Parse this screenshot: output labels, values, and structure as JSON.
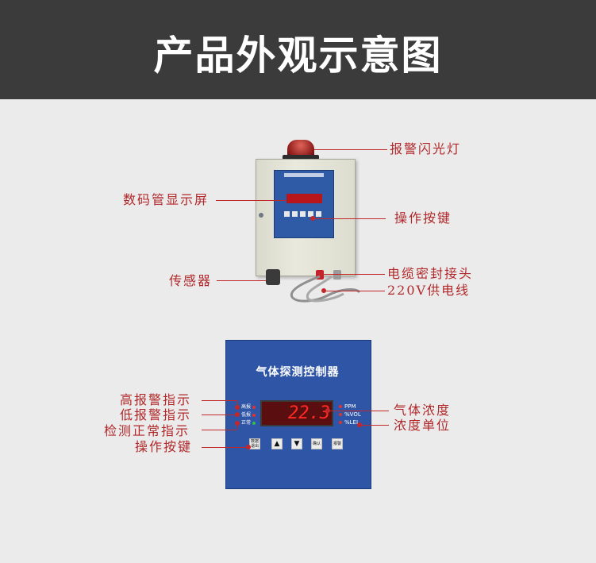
{
  "header": {
    "title": "产品外观示意图"
  },
  "upper_labels": {
    "beacon": "报警闪光灯",
    "display": "数码管显示屏",
    "keys": "操作按键",
    "sensor": "传感器",
    "cable_gland": "电缆密封接头",
    "power_line": "220V供电线"
  },
  "lower_panel": {
    "title": "气体探测控制器",
    "reading": "22.3",
    "led_labels": [
      "高报",
      "低报",
      "正常"
    ],
    "unit_labels": [
      "PPM",
      "%VOL",
      "%LEL"
    ],
    "buttons": [
      "数据\n退出",
      "▲",
      "▼",
      "确认",
      "报警"
    ]
  },
  "lower_labels": {
    "high_alarm": "高报警指示",
    "low_alarm": "低报警指示",
    "normal": "检测正常指示",
    "keys": "操作按键",
    "concentration": "气体浓度",
    "unit": "浓度单位"
  },
  "colors": {
    "label": "#b0282a",
    "header_bg": "#3b3b3b",
    "panel": "#2f56a6",
    "display_digits": "#ff2a23",
    "led_high": "#e3312b",
    "led_low": "#e3312b",
    "led_normal": "#2fbf4a"
  }
}
